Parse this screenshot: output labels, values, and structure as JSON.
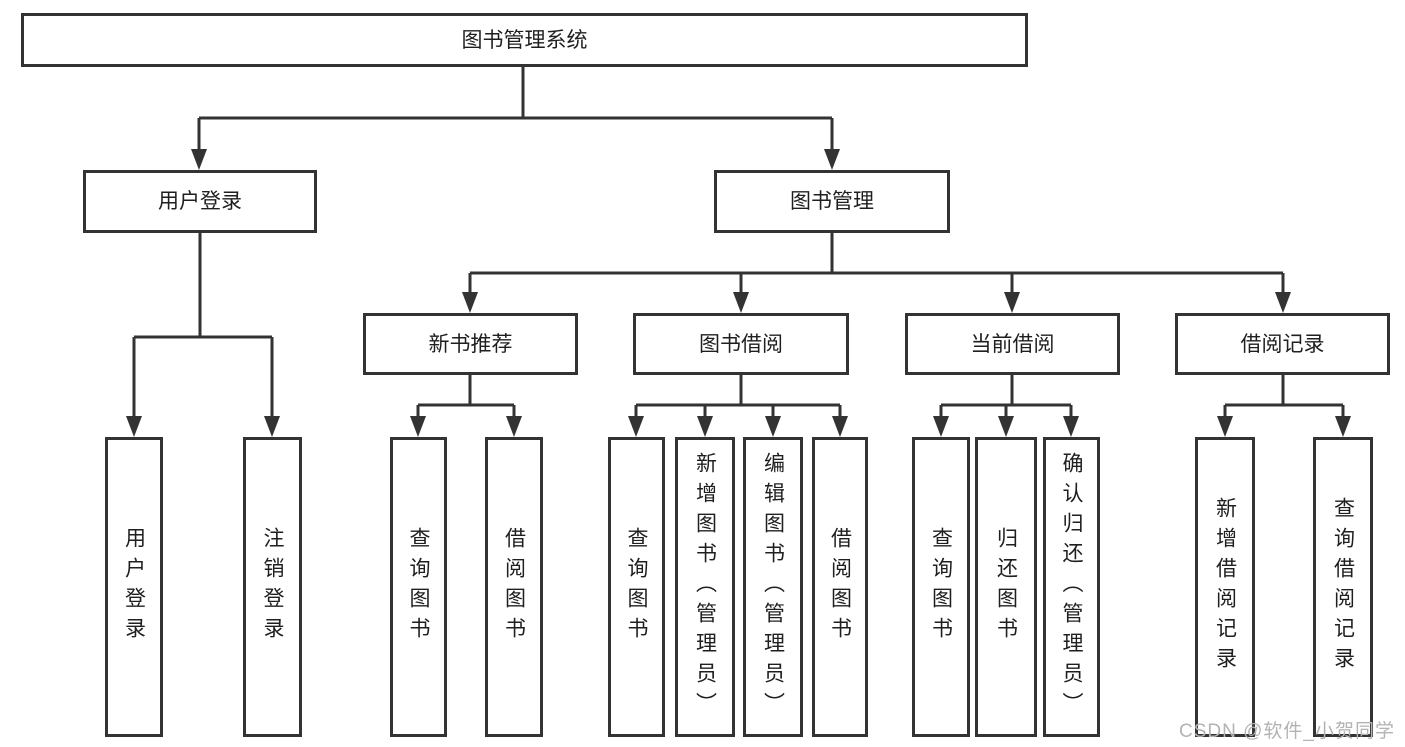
{
  "diagram": {
    "root": {
      "label": "图书管理系统"
    },
    "level1": [
      {
        "label": "用户登录"
      },
      {
        "label": "图书管理"
      }
    ],
    "level2": [
      {
        "label": "新书推荐"
      },
      {
        "label": "图书借阅"
      },
      {
        "label": "当前借阅"
      },
      {
        "label": "借阅记录"
      }
    ],
    "leaves": [
      {
        "label": "用户登录"
      },
      {
        "label": "注销登录"
      },
      {
        "label": "查询图书"
      },
      {
        "label": "借阅图书"
      },
      {
        "label": "查询图书"
      },
      {
        "label": "新增图书（管理员）"
      },
      {
        "label": "编辑图书（管理员）"
      },
      {
        "label": "借阅图书"
      },
      {
        "label": "查询图书"
      },
      {
        "label": "归还图书"
      },
      {
        "label": "确认归还（管理员）"
      },
      {
        "label": "新增借阅记录"
      },
      {
        "label": "查询借阅记录"
      }
    ],
    "watermark": "CSDN @软件_小贺同学",
    "colors": {
      "line": "#333333",
      "text": "#1f1f1f",
      "watermark": "#b3b3b3",
      "background": "#ffffff"
    }
  }
}
